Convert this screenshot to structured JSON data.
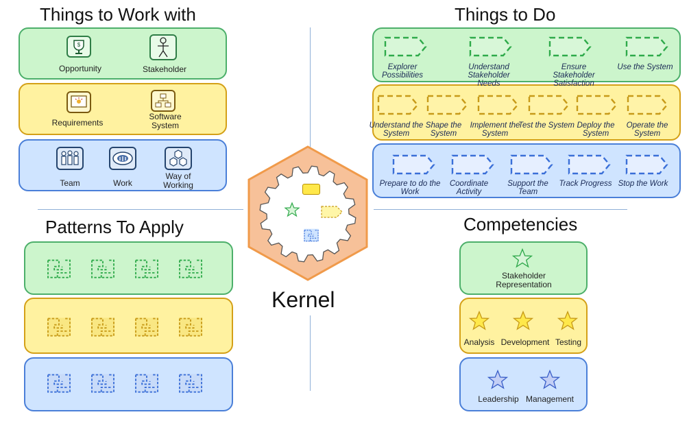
{
  "headers": {
    "work": "Things to Work with",
    "do": "Things to Do",
    "patterns": "Patterns To Apply",
    "competencies": "Competencies"
  },
  "kernel_label": "Kernel",
  "work_with": {
    "customer": [
      "Opportunity",
      "Stakeholder"
    ],
    "solution": [
      "Requirements",
      "Software System"
    ],
    "endeavor": [
      "Team",
      "Work",
      "Way of Working"
    ]
  },
  "activities": {
    "customer": [
      "Explorer Possibilities",
      "Understand Stakeholder Needs",
      "Ensure Stakeholder Satisfaction",
      "Use the System"
    ],
    "solution": [
      "Understand the System",
      "Shape the System",
      "Implement the System",
      "Test the System",
      "Deploy the System",
      "Operate the System"
    ],
    "endeavor": [
      "Prepare to do the Work",
      "Coordinate Activity",
      "Support the Team",
      "Track Progress",
      "Stop the Work"
    ]
  },
  "competencies": {
    "customer": [
      "Stakeholder Representation"
    ],
    "solution": [
      "Analysis",
      "Development",
      "Testing"
    ],
    "endeavor": [
      "Leadership",
      "Management"
    ]
  },
  "colors": {
    "green": "#2eaa4a",
    "yellow": "#d4a017",
    "blue": "#3a6fd8",
    "kernel": "#f7c199"
  }
}
